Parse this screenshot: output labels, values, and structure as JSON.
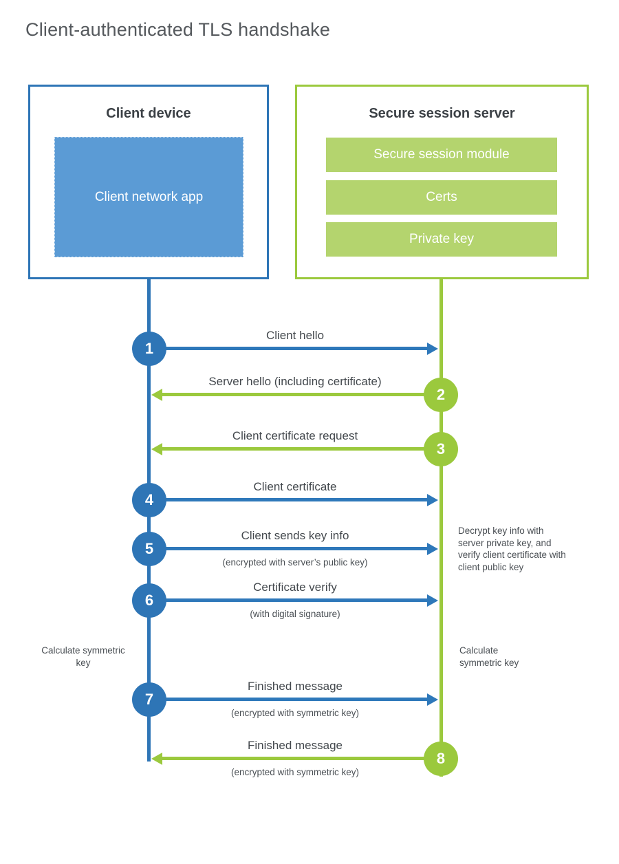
{
  "title": "Client-authenticated TLS handshake",
  "client": {
    "title": "Client device",
    "app_label": "Client network app"
  },
  "server": {
    "title": "Secure session server",
    "modules": [
      "Secure session module",
      "Certs",
      "Private key"
    ]
  },
  "steps": [
    {
      "number": "1",
      "from": "client",
      "direction": "right",
      "label": "Client hello",
      "sublabel": ""
    },
    {
      "number": "2",
      "from": "server",
      "direction": "left",
      "label": "Server hello (including certificate)",
      "sublabel": ""
    },
    {
      "number": "3",
      "from": "server",
      "direction": "left",
      "label": "Client certificate request",
      "sublabel": ""
    },
    {
      "number": "4",
      "from": "client",
      "direction": "right",
      "label": "Client certificate",
      "sublabel": ""
    },
    {
      "number": "5",
      "from": "client",
      "direction": "right",
      "label": "Client sends key info",
      "sublabel": "(encrypted with server’s public key)"
    },
    {
      "number": "6",
      "from": "client",
      "direction": "right",
      "label": "Certificate verify",
      "sublabel": "(with digital signature)"
    },
    {
      "number": "7",
      "from": "client",
      "direction": "right",
      "label": "Finished message",
      "sublabel": "(encrypted with symmetric key)"
    },
    {
      "number": "8",
      "from": "server",
      "direction": "left",
      "label": "Finished message",
      "sublabel": "(encrypted with symmetric key)"
    }
  ],
  "annotations": {
    "decrypt_note": "Decrypt key info with server private key, and verify client certificate with client public key",
    "calc_left": "Calculate symmetric key",
    "calc_right": "Calculate symmetric key"
  },
  "colors": {
    "blue": "#2e75b6",
    "blue_fill": "#5b9bd5",
    "green": "#9bc93d",
    "green_fill": "#b4d46e"
  }
}
